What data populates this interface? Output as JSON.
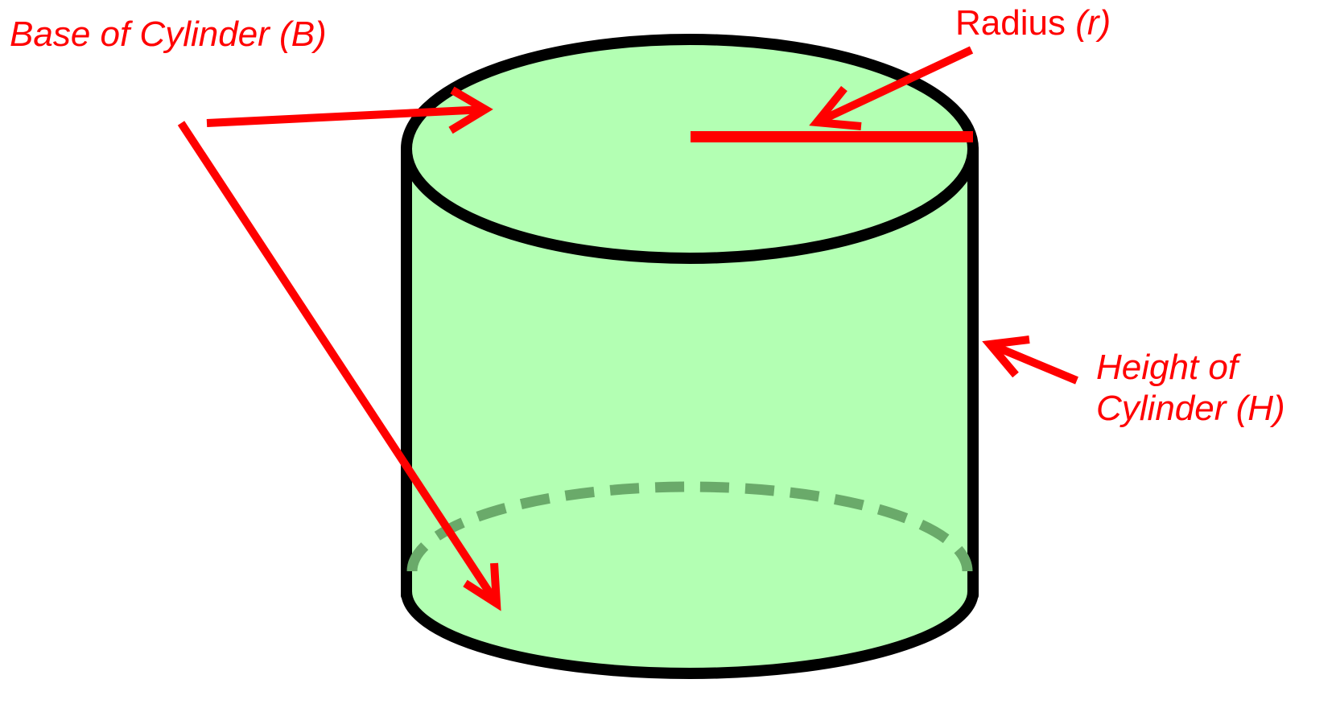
{
  "labels": {
    "base": "Base of Cylinder (B)",
    "radius_word": "Radius",
    "radius_symbol": "(r)",
    "height_line1": "Height of",
    "height_line2": "Cylinder (H)"
  },
  "colors": {
    "fill": "#b3ffb3",
    "outline": "#000000",
    "hidden_edge": "#6aaa6a",
    "annotation": "#ff0000"
  }
}
